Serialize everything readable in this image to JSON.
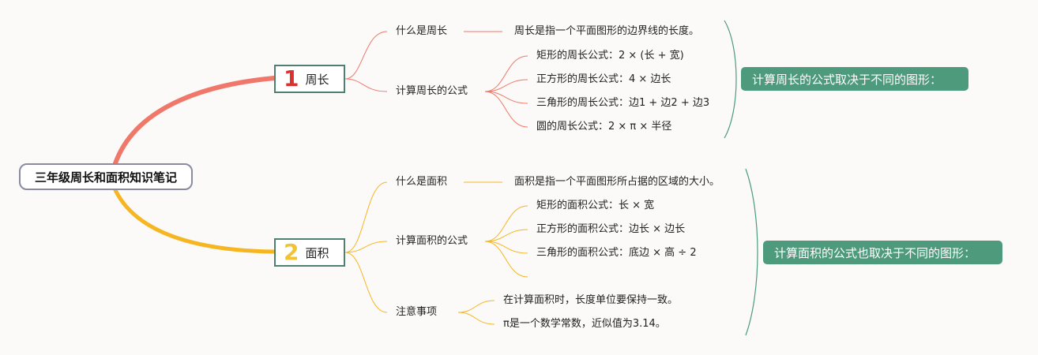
{
  "root": {
    "title": "三年级周长和面积知识笔记"
  },
  "perimeter": {
    "number": "1",
    "title": "周长",
    "what_label": "什么是周长",
    "definition": "周长是指一个平面图形的边界线的长度。",
    "formulas_label": "计算周长的公式",
    "formulas": [
      "矩形的周长公式：2 × (长 + 宽)",
      "正方形的周长公式：4 × 边长",
      "三角形的周长公式：边1 + 边2 + 边3",
      "圆的周长公式：2 × π × 半径"
    ],
    "summary": "计算周长的公式取决于不同的图形："
  },
  "area": {
    "number": "2",
    "title": "面积",
    "what_label": "什么是面积",
    "definition": "面积是指一个平面图形所占据的区域的大小。",
    "formulas_label": "计算面积的公式",
    "formulas": [
      "矩形的面积公式：长 × 宽",
      "正方形的面积公式：边长 × 边长",
      "三角形的面积公式：底边 × 高 ÷ 2"
    ],
    "notes_label": "注意事项",
    "notes": [
      "在计算面积时，长度单位要保持一致。",
      "π是一个数学常数，近似值为3.14。"
    ],
    "summary": "计算面积的公式也取决于不同的图形："
  },
  "colors": {
    "perimeter_branch": "#f0786a",
    "area_branch": "#f5b622",
    "summary_bg": "#4d9a7d",
    "bracket": "#4d9a7d"
  }
}
